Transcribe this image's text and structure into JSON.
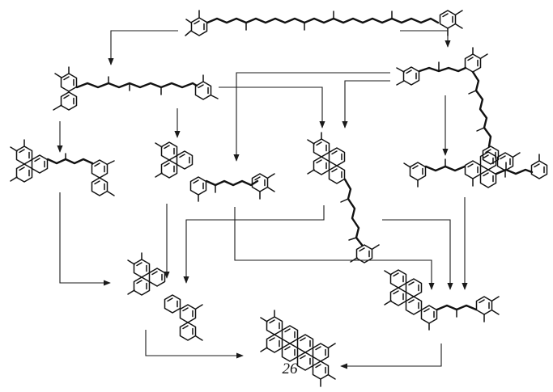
{
  "scheme": {
    "compound_label": "26",
    "ink_color": "#111111",
    "background": "#ffffff",
    "arrow_style": "single-headed, right-angled connectors",
    "structures": [
      {
        "id": "linear-polyene"
      },
      {
        "id": "left-diaryl-polyene"
      },
      {
        "id": "right-branched-polyene"
      },
      {
        "id": "phenanthrene-polyene-left"
      },
      {
        "id": "phenanthrene-polyene-mid"
      },
      {
        "id": "fused-tetracycle-polyene"
      },
      {
        "id": "naphthalene-bis-polyene"
      },
      {
        "id": "bis-annulated-intermediate"
      },
      {
        "id": "pentacycle-polyene"
      },
      {
        "id": "final-product-26"
      }
    ]
  }
}
